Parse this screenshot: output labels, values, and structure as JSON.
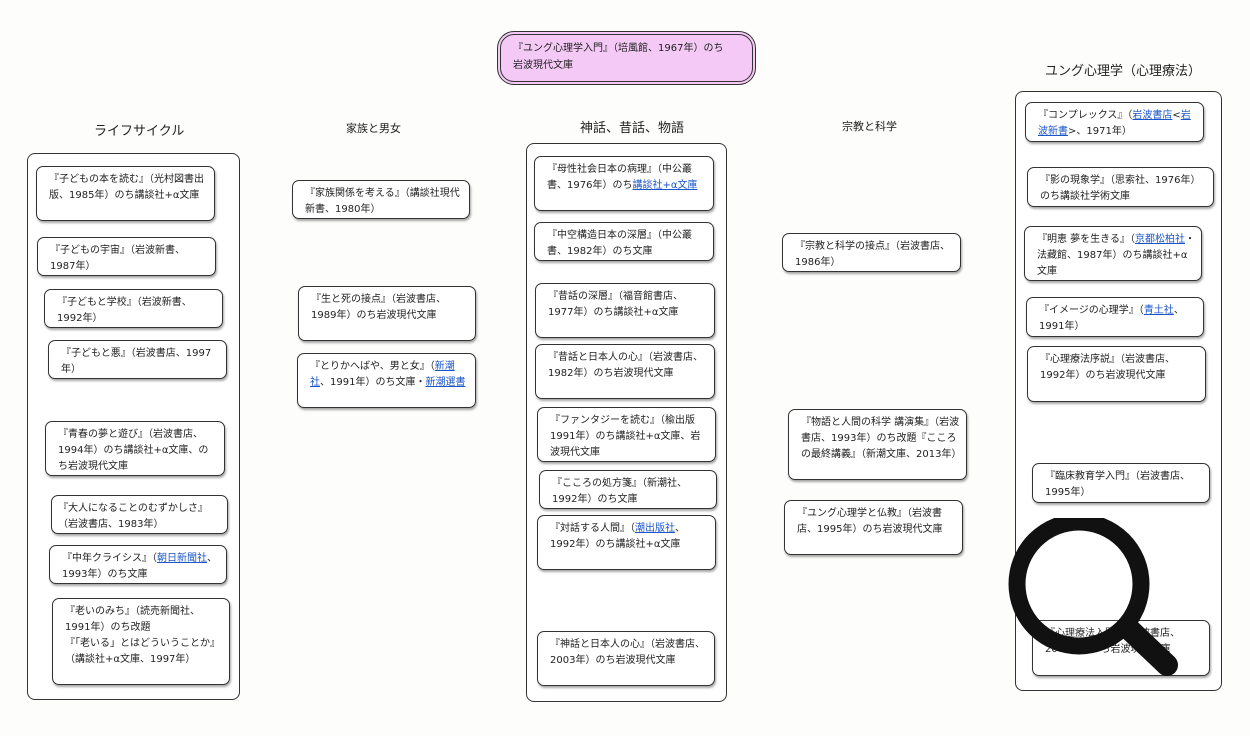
{
  "root": {
    "title": "『ユング心理学入門』（",
    "publisher_link": "培風館",
    "rest": "、1967年）のち",
    "bunko_link": "岩波現代文庫"
  },
  "headings": {
    "life": "ライフサイクル",
    "family": "家族と男女",
    "myth": "神話、昔話、物語",
    "religion": "宗教と科学",
    "jung": "ユング心理学（心理療法）"
  },
  "life": [
    {
      "text": "『子どもの本を読む』（光村図書出版、1985年）のち講談社+α文庫"
    },
    {
      "text": "『子どもの宇宙』（岩波新書、1987年）"
    },
    {
      "text": "『子どもと学校』（岩波新書、1992年）"
    },
    {
      "text": "『子どもと悪』（岩波書店、1997年）"
    },
    {
      "text": "『青春の夢と遊び』（岩波書店、1994年）のち講談社+α文庫、のち岩波現代文庫"
    },
    {
      "text": "『大人になることのむずかしさ』（岩波書店、1983年）"
    },
    {
      "pre": "『中年クライシス』（",
      "link": "朝日新聞社",
      "post": "、1993年）のち文庫"
    },
    {
      "text": "『老いのみち』（読売新聞社、1991年）のち改題\n『「老いる」とはどういうことか』（講談社+α文庫、1997年）"
    }
  ],
  "family": [
    {
      "text": "『家族関係を考える』（講談社現代新書、1980年）"
    },
    {
      "text": "『生と死の接点』（岩波書店、1989年）のち岩波現代文庫"
    },
    {
      "pre": "『とりかへばや、男と女』（",
      "link": "新潮社",
      "mid": "、1991年）のち文庫・",
      "link2": "新潮選書"
    }
  ],
  "myth": [
    {
      "pre": "『母性社会日本の病理』（中公叢書、1976年）のち",
      "link": "講談社+α文庫"
    },
    {
      "text": "『中空構造日本の深層』（中公叢書、1982年）のち文庫"
    },
    {
      "text": "『昔話の深層』（福音館書店、1977年）のち講談社+α文庫"
    },
    {
      "text": "『昔話と日本人の心』（岩波書店、1982年）のち岩波現代文庫"
    },
    {
      "text": "『ファンタジーを読む』（楡出版 1991年）のち講談社+α文庫、岩波現代文庫"
    },
    {
      "text": "『こころの処方箋』（新潮社、1992年）のち文庫"
    },
    {
      "pre": "『対話する人間』（",
      "link": "潮出版社",
      "post": "、1992年）のち講談社+α文庫"
    },
    {
      "text": "『神話と日本人の心』（岩波書店、2003年）のち岩波現代文庫"
    }
  ],
  "religion": [
    {
      "text": "『宗教と科学の接点』（岩波書店、1986年）"
    },
    {
      "text": "『物語と人間の科学 講演集』（岩波書店、1993年）のち改題『こころの最終講義』（新潮文庫、2013年）"
    },
    {
      "text": "『ユング心理学と仏教』（岩波書店、1995年）のち岩波現代文庫"
    }
  ],
  "jung": [
    {
      "pre": "『コンプレックス』（",
      "link": "岩波書店",
      "mid": "<",
      "link2": "岩波新書",
      "post": ">、1971年）"
    },
    {
      "text": "『影の現象学』（思索社、1976年）のち講談社学術文庫"
    },
    {
      "pre": "『明恵 夢を生きる』（",
      "link": "京都松柏社",
      "post": "・法藏館、1987年）のち講談社+α文庫"
    },
    {
      "pre": "『イメージの心理学』（",
      "link": "青土社",
      "post": "、1991年）"
    },
    {
      "text": "『心理療法序説』（岩波書店、1992年）のち岩波現代文庫"
    },
    {
      "text": "『臨床教育学入門』（岩波書店、1995年）"
    },
    {
      "text": "『心理療法入門』（岩波書店、2002年）のち岩波現代文庫"
    }
  ],
  "colors": {
    "root_fill": "#f4c9f6",
    "link": "#1a56c8"
  },
  "icons": {
    "overlay": "magnifier-icon"
  }
}
